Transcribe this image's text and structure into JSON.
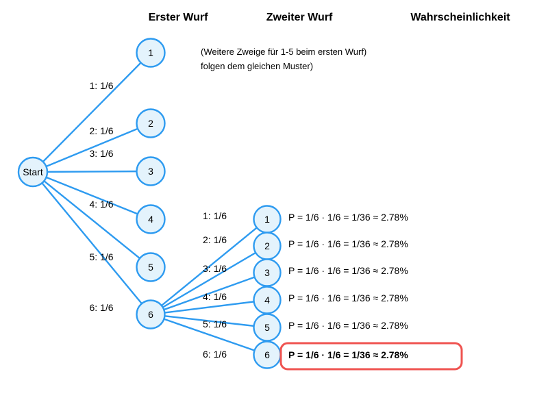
{
  "header": {
    "first_throw": "Erster Wurf",
    "second_throw": "Zweiter Wurf",
    "probability": "Wahrscheinlichkeit"
  },
  "annotation": {
    "line1": "(Weitere Zweige für 1-5 beim ersten Wurf)",
    "line2": "folgen dem gleichen Muster)"
  },
  "tree": {
    "root_label": "Start",
    "first_throw": {
      "edge_labels": [
        "1: 1/6",
        "2: 1/6",
        "3: 1/6",
        "4: 1/6",
        "5: 1/6",
        "6: 1/6"
      ],
      "node_labels": [
        "1",
        "2",
        "3",
        "4",
        "5",
        "6"
      ]
    },
    "second_throw": {
      "edge_labels": [
        "1: 1/6",
        "2: 1/6",
        "3: 1/6",
        "4: 1/6",
        "5: 1/6",
        "6: 1/6"
      ],
      "node_labels": [
        "1",
        "2",
        "3",
        "4",
        "5",
        "6"
      ]
    },
    "probabilities": [
      "P = 1/6 · 1/6 = 1/36 ≈ 2.78%",
      "P = 1/6 · 1/6 = 1/36 ≈ 2.78%",
      "P = 1/6 · 1/6 = 1/36 ≈ 2.78%",
      "P = 1/6 · 1/6 = 1/36 ≈ 2.78%",
      "P = 1/6 · 1/6 = 1/36 ≈ 2.78%",
      "P = 1/6 · 1/6 = 1/36 ≈ 2.78%"
    ],
    "highlighted_probability_index": 5
  },
  "colors": {
    "branch_blue": "#2e9bf0",
    "node_fill": "#e4f3fc",
    "highlight_red": "#ef5350",
    "text_black": "#000000"
  }
}
